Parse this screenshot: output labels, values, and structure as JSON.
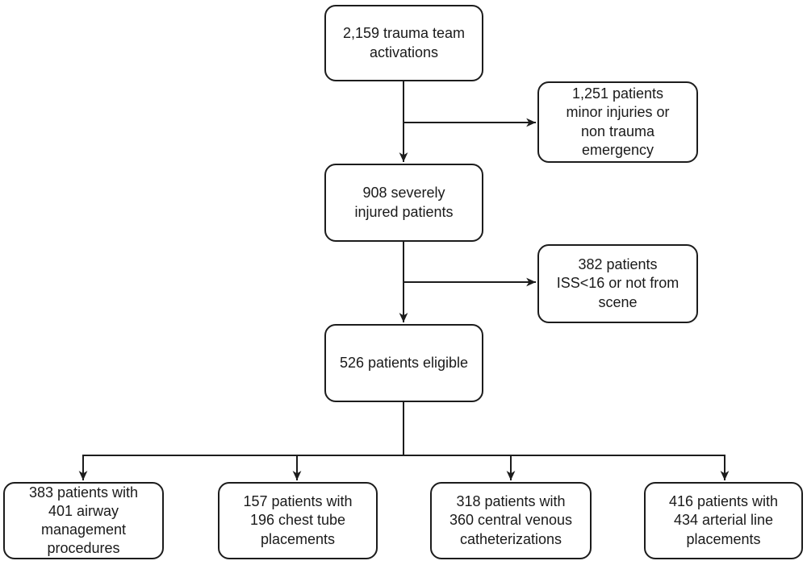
{
  "flowchart": {
    "nodes": {
      "trauma_activations": "2,159 trauma team\nactivations",
      "excluded_minor": "1,251 patients\nminor injuries or\nnon trauma\nemergency",
      "severely_injured": "908 severely\ninjured patients",
      "excluded_iss": "382 patients\nISS<16 or not from\nscene",
      "eligible": "526 patients eligible",
      "airway": "383 patients with\n401 airway\nmanagement\nprocedures",
      "chest_tube": "157 patients with\n196 chest tube\nplacements",
      "central_venous": "318 patients with\n360 central venous\ncatheterizations",
      "arterial_line": "416 patients with\n434 arterial line\nplacements"
    },
    "colors": {
      "stroke": "#1c1c1c",
      "box_fill": "#ffffff",
      "text": "#1a1a1a",
      "background": "#ffffff"
    }
  }
}
